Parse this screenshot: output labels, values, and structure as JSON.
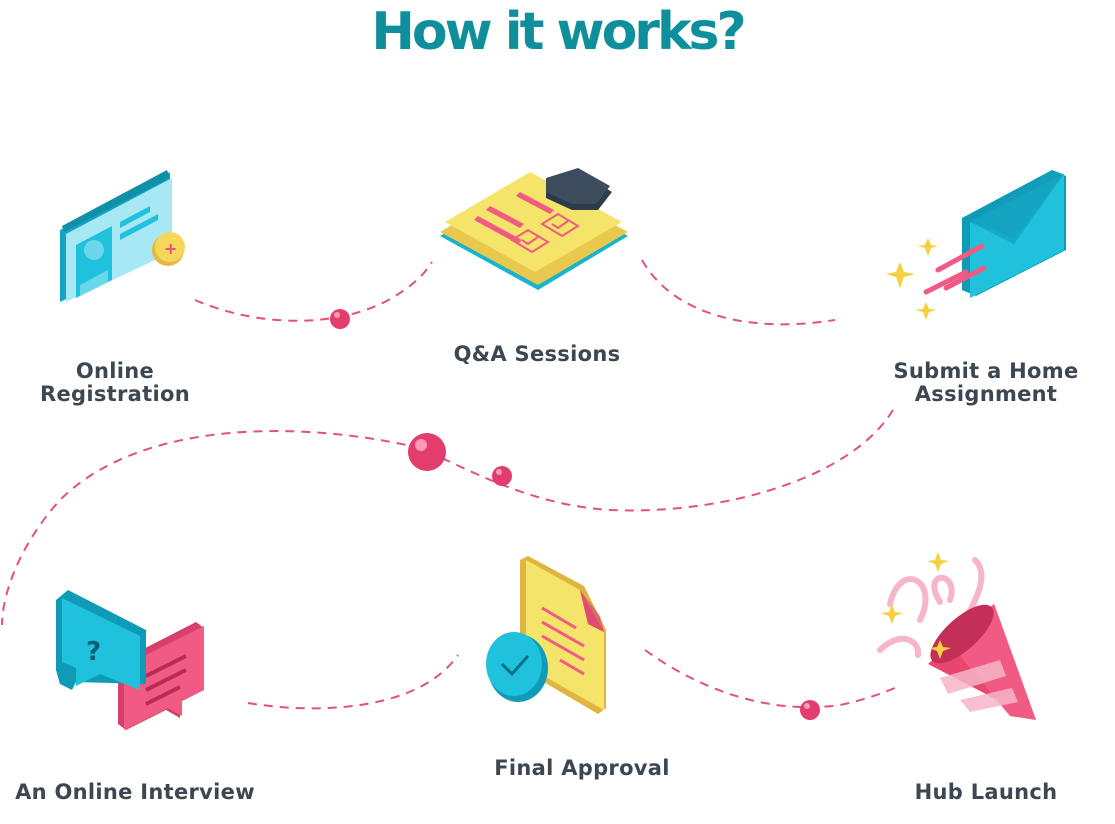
{
  "title": "How it works?",
  "colors": {
    "title": "#0f8f9c",
    "path": "#e64f7a",
    "cyan": "#1fc1dd",
    "pink": "#f05a83",
    "yellow": "#f5e46a",
    "text": "#3d4752"
  },
  "steps": [
    {
      "id": "online-registration",
      "label_lines": [
        "Online",
        "Registration"
      ],
      "icon": "id-card-icon"
    },
    {
      "id": "qa-sessions",
      "label_lines": [
        "Q&A Sessions"
      ],
      "icon": "clipboard-checklist-icon"
    },
    {
      "id": "home-assignment",
      "label_lines": [
        "Submit a Home",
        "Assignment"
      ],
      "icon": "envelope-send-icon"
    },
    {
      "id": "online-interview",
      "label_lines": [
        "An Online Interview"
      ],
      "icon": "chat-bubbles-icon"
    },
    {
      "id": "final-approval",
      "label_lines": [
        "Final Approval"
      ],
      "icon": "approved-document-icon"
    },
    {
      "id": "hub-launch",
      "label_lines": [
        "Hub Launch"
      ],
      "icon": "party-popper-icon"
    }
  ]
}
